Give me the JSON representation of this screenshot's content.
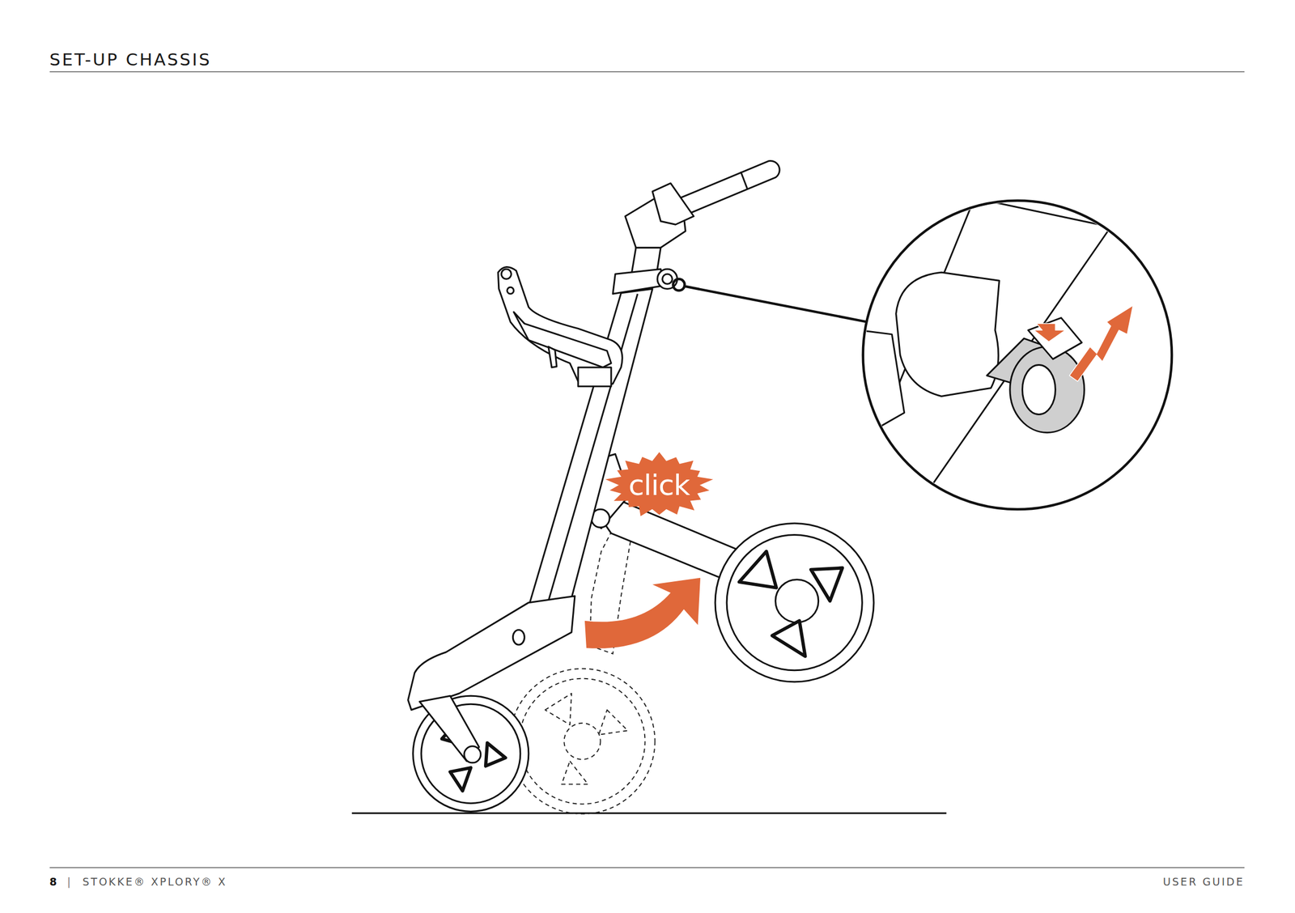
{
  "diagram": {
    "title": "SET-UP CHASSIS",
    "nodes": [
      {
        "text": [
          "click"
        ]
      }
    ],
    "labels": [
      "8",
      "|",
      "STOKKE® XPLORY® X",
      "USER GUIDE"
    ]
  }
}
